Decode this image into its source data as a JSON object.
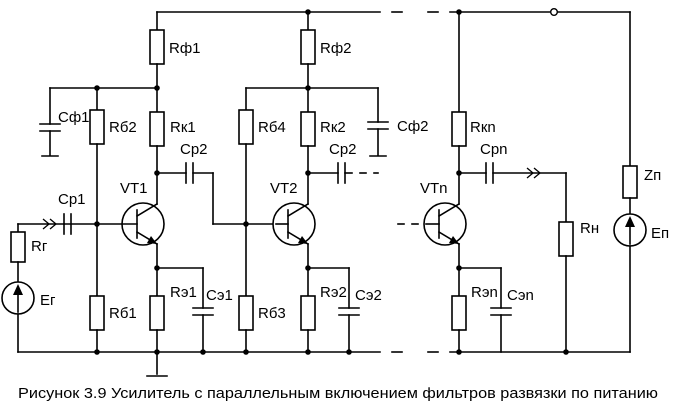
{
  "caption": "Рисунок 3.9 Усилитель с параллельным включением фильтров развязки по питанию",
  "labels": {
    "rf1": "Rф1",
    "rf2": "Rф2",
    "cf1": "Сф1",
    "cf2": "Сф2",
    "rb2": "Rб2",
    "rk1": "Rк1",
    "rb4": "Rб4",
    "rk2": "Rк2",
    "cp2_left": "Ср2",
    "cp2_right": "Ср2",
    "cp1": "Ср1",
    "vt1": "VT1",
    "vt2": "VT2",
    "rg": "Rг",
    "eg": "Ег",
    "rb1": "Rб1",
    "re1": "Rэ1",
    "ce1": "Сэ1",
    "rb3": "Rб3",
    "re2": "Rэ2",
    "ce2": "Сэ2",
    "rkn": "Rкn",
    "cpn": "Срn",
    "vtn": "VTn",
    "rn": "Rн",
    "ren": "Rэn",
    "cen": "Сэn",
    "zp": "Zп",
    "ep": "Еп"
  }
}
